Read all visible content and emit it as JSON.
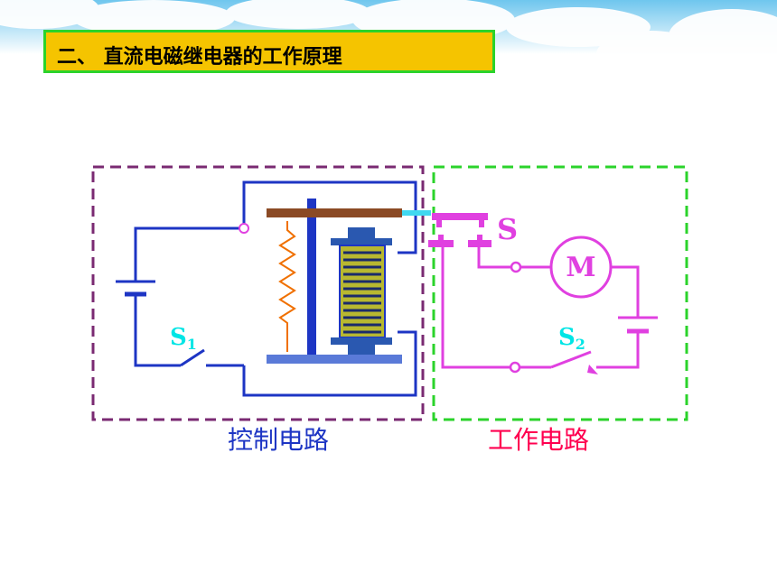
{
  "title": "二、 直流电磁继电器的工作原理",
  "control_circuit": {
    "label": "控制电路",
    "switch_label": "S",
    "switch_subscript": "1"
  },
  "working_circuit": {
    "label": "工作电路",
    "contact_label": "S",
    "switch_label": "S",
    "switch_subscript": "2",
    "motor_label": "M"
  },
  "colors": {
    "title_fill": "#f5c400",
    "title_border": "#2bd32b",
    "control_wire": "#1d35c4",
    "working_wire": "#e040e0",
    "control_box": "#7a2a72",
    "working_box": "#2bd32b",
    "control_label": "#1d35c4",
    "working_label": "#ff0050",
    "s_labels": "#00e5e5",
    "spring": "#f07000",
    "armature": "#8b4a25"
  }
}
